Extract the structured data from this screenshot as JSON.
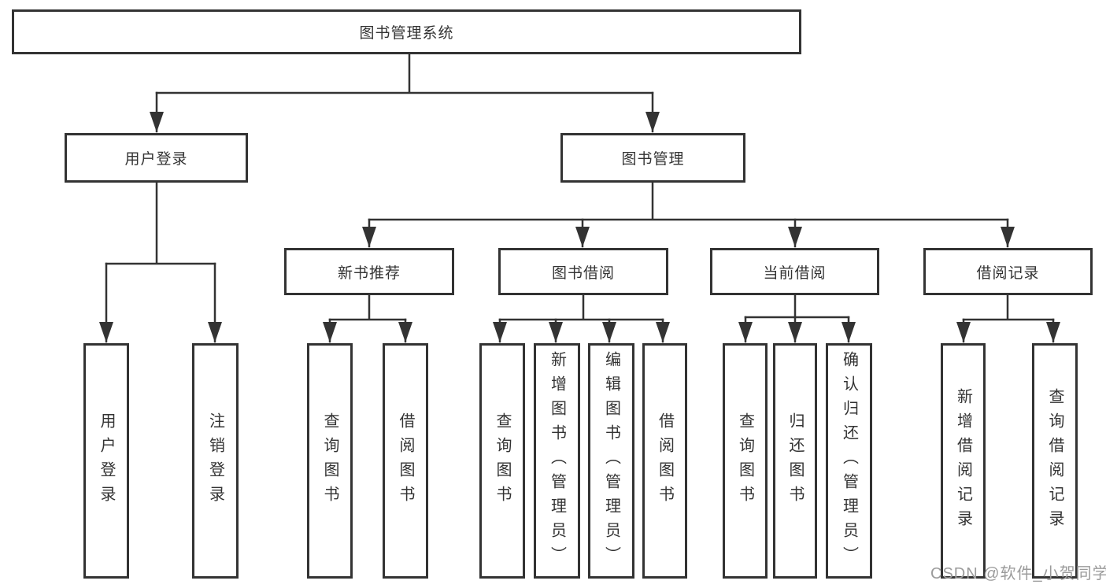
{
  "tree": {
    "label": "图书管理系统",
    "children": [
      {
        "label": "用户登录",
        "children": [
          {
            "label": "用户登录"
          },
          {
            "label": "注销登录"
          }
        ]
      },
      {
        "label": "图书管理",
        "children": [
          {
            "label": "新书推荐",
            "children": [
              {
                "label": "查询图书"
              },
              {
                "label": "借阅图书"
              }
            ]
          },
          {
            "label": "图书借阅",
            "children": [
              {
                "label": "查询图书"
              },
              {
                "label": "新增图书（管理员）"
              },
              {
                "label": "编辑图书（管理员）"
              },
              {
                "label": "借阅图书"
              }
            ]
          },
          {
            "label": "当前借阅",
            "children": [
              {
                "label": "查询图书"
              },
              {
                "label": "归还图书"
              },
              {
                "label": "确认归还（管理员）"
              }
            ]
          },
          {
            "label": "借阅记录",
            "children": [
              {
                "label": "新增借阅记录"
              },
              {
                "label": "查询借阅记录"
              }
            ]
          }
        ]
      }
    ]
  },
  "watermark": "CSDN @软件_小贺同学",
  "colors": {
    "line": "#333333",
    "text": "#333333",
    "watermark": "#9b9b9b",
    "background": "#ffffff"
  }
}
